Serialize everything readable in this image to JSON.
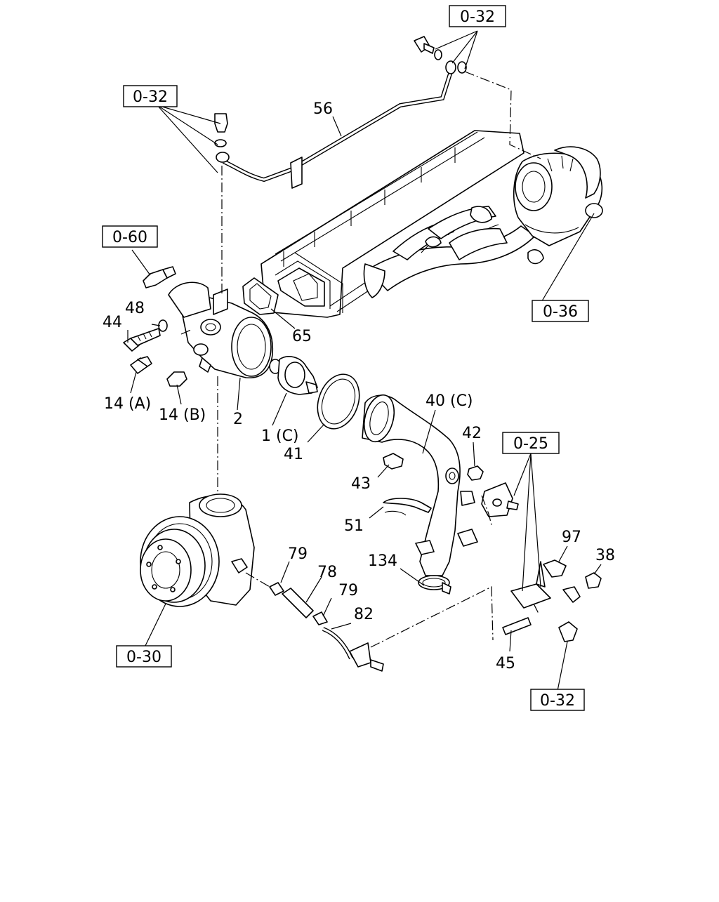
{
  "diagram": {
    "ref_boxes": [
      {
        "id": "ref-0-32-top",
        "text": "0-32"
      },
      {
        "id": "ref-0-32-left",
        "text": "0-32"
      },
      {
        "id": "ref-0-60",
        "text": "0-60"
      },
      {
        "id": "ref-0-36",
        "text": "0-36"
      },
      {
        "id": "ref-0-25",
        "text": "0-25"
      },
      {
        "id": "ref-0-30",
        "text": "0-30"
      },
      {
        "id": "ref-0-32-bottom",
        "text": "0-32"
      }
    ],
    "part_labels": [
      {
        "id": "p56",
        "text": "56"
      },
      {
        "id": "p65",
        "text": "65"
      },
      {
        "id": "p48",
        "text": "48"
      },
      {
        "id": "p44",
        "text": "44"
      },
      {
        "id": "p14a",
        "text": "14 (A)"
      },
      {
        "id": "p14b",
        "text": "14 (B)"
      },
      {
        "id": "p2",
        "text": "2"
      },
      {
        "id": "p1c",
        "text": "1 (C)"
      },
      {
        "id": "p41",
        "text": "41"
      },
      {
        "id": "p40c",
        "text": "40 (C)"
      },
      {
        "id": "p42",
        "text": "42"
      },
      {
        "id": "p43",
        "text": "43"
      },
      {
        "id": "p51",
        "text": "51"
      },
      {
        "id": "p134",
        "text": "134"
      },
      {
        "id": "p79a",
        "text": "79"
      },
      {
        "id": "p78",
        "text": "78"
      },
      {
        "id": "p79b",
        "text": "79"
      },
      {
        "id": "p82",
        "text": "82"
      },
      {
        "id": "p97",
        "text": "97"
      },
      {
        "id": "p38",
        "text": "38"
      },
      {
        "id": "p45",
        "text": "45"
      }
    ]
  }
}
